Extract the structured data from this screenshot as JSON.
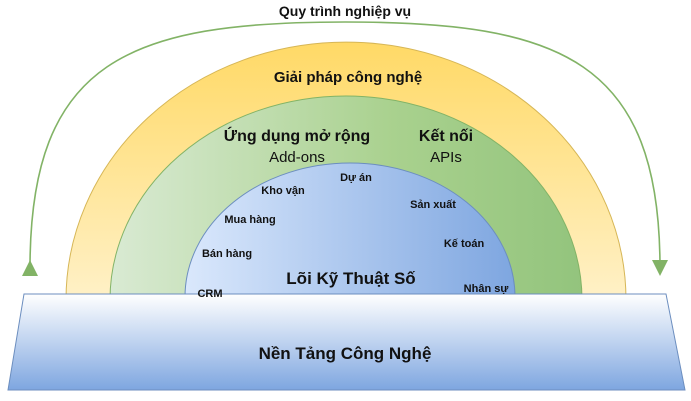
{
  "diagram": {
    "process_label": "Quy trình nghiệp vụ",
    "layers": {
      "solutions": {
        "title": "Giải pháp công nghệ",
        "color_top": "#FFD966",
        "color_side": "#FFF2CC"
      },
      "extensions": {
        "addons_title": "Ứng dụng mở rộng",
        "addons_sub": "Add-ons",
        "connect_title": "Kết nối",
        "connect_sub": "APIs",
        "color_right": "#93C47D",
        "color_left": "#D9EAD3"
      },
      "core": {
        "title": "Lõi Kỹ Thuật Số",
        "color_left": "#DAE8FC",
        "color_right": "#7EA6E0",
        "modules": [
          "Dự án",
          "Kho vận",
          "Sản xuất",
          "Mua hàng",
          "Kế toán",
          "Bán hàng",
          "Nhân sự",
          "CRM"
        ]
      },
      "platform": {
        "title": "Nền Tảng Công Nghệ",
        "color_top": "#FFFFFF",
        "color_bottom": "#7EA6E0"
      }
    },
    "arrow_color": "#82B366"
  }
}
